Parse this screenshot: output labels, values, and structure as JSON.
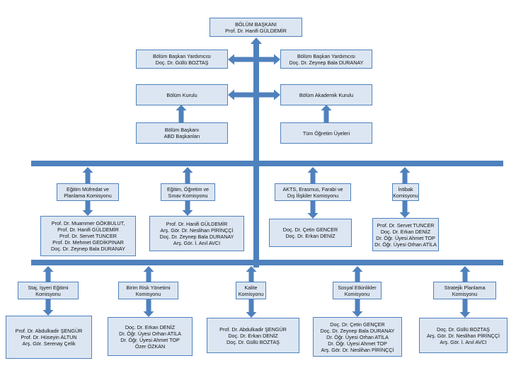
{
  "colors": {
    "arrow": "#4f81bd",
    "box_fill": "#dce6f2",
    "box_border": "#4f81bd"
  },
  "head": {
    "lines": [
      "BÖLÜM BAŞKANI",
      "Prof. Dr. Hanifi GÜLDEMİR"
    ]
  },
  "vice_left": {
    "lines": [
      "Bölüm Başkan Yardımcısı",
      "Doç. Dr. Güllü BOZTAŞ"
    ]
  },
  "vice_right": {
    "lines": [
      "Bölüm Başkan Yardımcısı",
      "Doç. Dr. Zeynep Bala DURANAY"
    ]
  },
  "board": {
    "lines": [
      "Bölüm Kurulu"
    ]
  },
  "academic_board": {
    "lines": [
      "Bölüm Akademik Kurulu"
    ]
  },
  "board_members": {
    "lines": [
      "Bölüm Başkanı",
      "ABD Başkanları"
    ]
  },
  "academic_members": {
    "lines": [
      "Tüm Öğretim Üyeleri"
    ]
  },
  "tier1": [
    {
      "title": [
        "Eğitim Müfredat ve",
        "Planlama Komisyonu"
      ],
      "members": [
        "Prof. Dr. Muammer GÖKBULUT,",
        "Prof. Dr. Hanifi GÜLDEMİR",
        "Prof. Dr. Servet TUNCER",
        "Prof. Dr. Mehmet GEDİKPINAR",
        "Doç. Dr. Zeynep Bala DURANAY"
      ]
    },
    {
      "title": [
        "Eğitim, Öğretim ve",
        "Sınav Komisyonu"
      ],
      "members": [
        "Prof. Dr. Hanifi GÜLDEMİR",
        "Arş. Gör. Dr. Neslihan PİRİNÇÇİ",
        "Doç. Dr. Zeynep Bala DURANAY",
        "Arş. Gör. İ. Anıl AVCI"
      ]
    },
    {
      "title": [
        "AKTS, Erasmus, Farabi ve",
        "Dış İlişkiler Komisyonu"
      ],
      "members": [
        "Doç. Dr. Çetin GENCER",
        "Doç. Dr. Erkan DENİZ"
      ]
    },
    {
      "title": [
        "İntibak",
        "Komisyonu"
      ],
      "members": [
        "Prof. Dr. Servet TUNCER",
        "Doç. Dr. Erkan DENİZ",
        "Dr. Öğr. Üyesi Ahmet TOP",
        "Dr. Öğr. Üyesi Orhan ATİLA"
      ]
    }
  ],
  "tier2": [
    {
      "title": [
        "Staj, İşyeri Eğitimi",
        "Komisyonu"
      ],
      "members": [
        "Prof. Dr. Abdulkadir ŞENGÜR",
        "Prof. Dr. Hüseyin ALTUN",
        "Arş. Gör. Serenay Çelik"
      ]
    },
    {
      "title": [
        "Birim Risk Yönetimi",
        "Komisyonu"
      ],
      "members": [
        "Doç. Dr. Erkan DENİZ",
        "Dr. Öğr. Üyesi  Orhan ATİLA",
        "Dr. Öğr. Üyesi Ahmet TOP",
        "Özer ÖZKAN"
      ]
    },
    {
      "title": [
        "Kalite",
        "Komisyonu"
      ],
      "members": [
        "Prof. Dr. Abdulkadir ŞENGÜR",
        "Doç. Dr.  Erkan DENİZ",
        "Doç. Dr. Güllü BOZTAŞ"
      ]
    },
    {
      "title": [
        "Sosyal Etkinlikler",
        "Komisyonu"
      ],
      "members": [
        "Doç. Dr. Çetin GENÇER",
        "Doç. Dr. Zeynep Bala DURANAY",
        "Dr. Öğr. Üyesi Orhan ATİLA",
        "Dr. Öğr. Üyesi Ahmet TOP",
        "Arş. Gör. Dr. Neslihan PİRİNÇÇİ"
      ]
    },
    {
      "title": [
        "Stratejik Planlama",
        "Komisyonu"
      ],
      "members": [
        "Doç. Dr. Güllü BOZTAŞ",
        "Arş. Gör. Dr. Neslihan PİRİNÇÇİ",
        "Arş. Gör. İ. Anıl AVCI"
      ]
    }
  ]
}
